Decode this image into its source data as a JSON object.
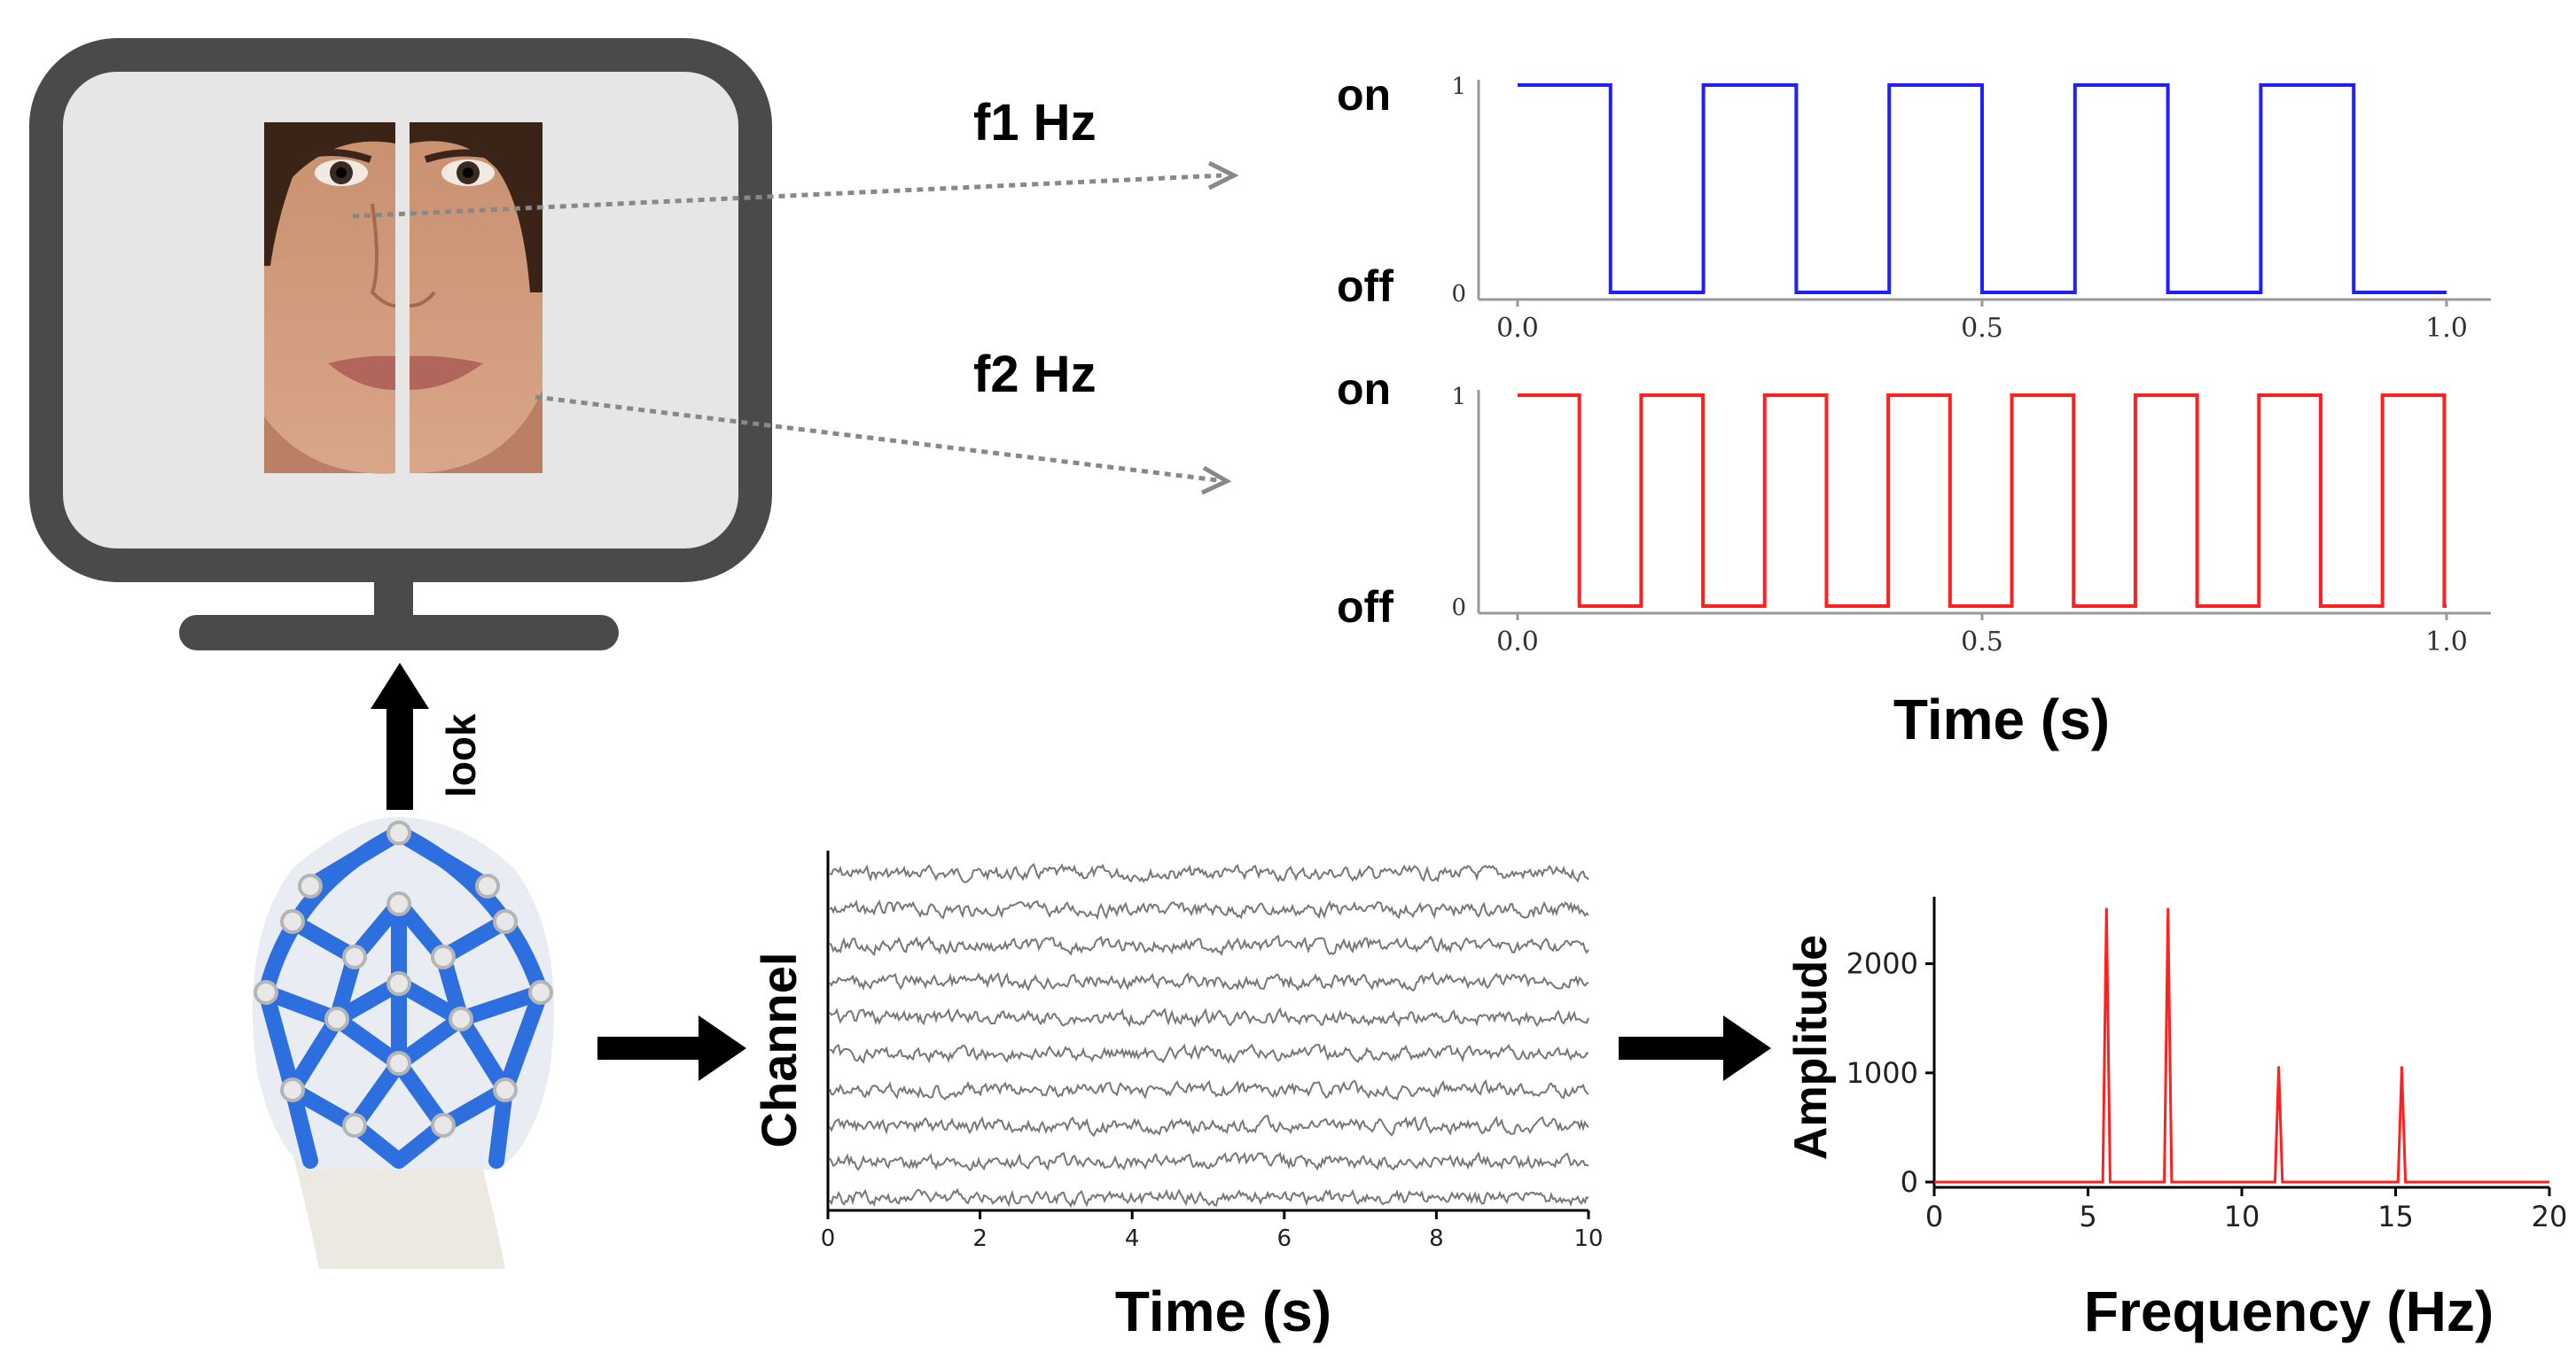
{
  "stimulus": {
    "left_label": "f1 Hz",
    "right_label": "f2 Hz",
    "look_label": "look"
  },
  "square_waves": {
    "on_label": "on",
    "off_label": "off",
    "xlabel": "Time (s)",
    "colors": {
      "f1": "#1f1fff",
      "f2": "#ff2020"
    }
  },
  "eeg": {
    "ylabel": "Channel",
    "xlabel": "Time (s)",
    "channels": 10,
    "xlim": [
      0,
      10
    ],
    "xticks": [
      "0",
      "2",
      "4",
      "6",
      "8",
      "10"
    ],
    "trace_color": "#777777"
  },
  "chart_data": [
    {
      "type": "line",
      "series": [
        {
          "values_note": "",
          "period_s": 0.2,
          "duty": 0.5,
          "onset_s": 0.0
        }
      ],
      "x": [
        0.0,
        1.0
      ],
      "xlim": [
        0.0,
        1.0
      ],
      "ylim": [
        0,
        1
      ],
      "xticks": [
        "0.0",
        "0.5",
        "1.0"
      ],
      "yticks": [
        "0",
        "1"
      ],
      "title": "",
      "xlabel": "",
      "ylabel": ""
    },
    {
      "type": "line",
      "series": [
        {
          "values_note": "",
          "period_s": 0.133,
          "duty": 0.5,
          "onset_s": 0.0
        }
      ],
      "x": [
        0.0,
        1.0
      ],
      "xlim": [
        0.0,
        1.0
      ],
      "ylim": [
        0,
        1
      ],
      "xticks": [
        "0.0",
        "0.5",
        "1.0"
      ],
      "yticks": [
        "0",
        "1"
      ],
      "title": "",
      "xlabel": "Time (s)",
      "ylabel": ""
    },
    {
      "type": "line",
      "peaks": [
        {
          "freq": 5.6,
          "amp": 2500
        },
        {
          "freq": 7.6,
          "amp": 2500
        },
        {
          "freq": 11.2,
          "amp": 1050
        },
        {
          "freq": 15.2,
          "amp": 1050
        }
      ],
      "xlim": [
        0,
        20
      ],
      "ylim": [
        0,
        2500
      ],
      "xticks": [
        "0",
        "5",
        "10",
        "15",
        "20"
      ],
      "yticks": [
        "0",
        "1000",
        "2000"
      ],
      "xlabel": "Frequency (Hz)",
      "ylabel": "Amplitude",
      "title": "",
      "color": "#ff2020"
    }
  ]
}
